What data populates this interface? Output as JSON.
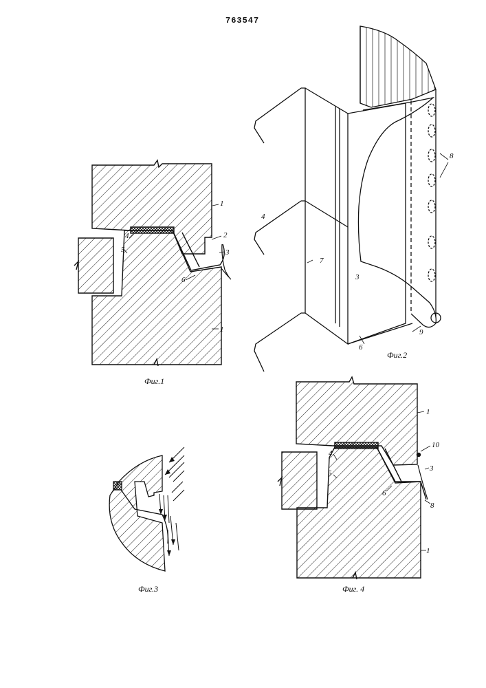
{
  "header": {
    "patent_number": "763547"
  },
  "figures": {
    "fig1": {
      "caption": "Фиг.1",
      "labels": [
        "1",
        "2",
        "3",
        "4",
        "5",
        "6",
        "1"
      ]
    },
    "fig2": {
      "caption": "Фиг.2",
      "labels": [
        "4",
        "7",
        "3",
        "6",
        "9",
        "8"
      ]
    },
    "fig3": {
      "caption": "Фиг.3"
    },
    "fig4": {
      "caption": "Фиг. 4",
      "labels": [
        "1",
        "10",
        "3",
        "4",
        "5",
        "6",
        "8",
        "1"
      ]
    }
  }
}
